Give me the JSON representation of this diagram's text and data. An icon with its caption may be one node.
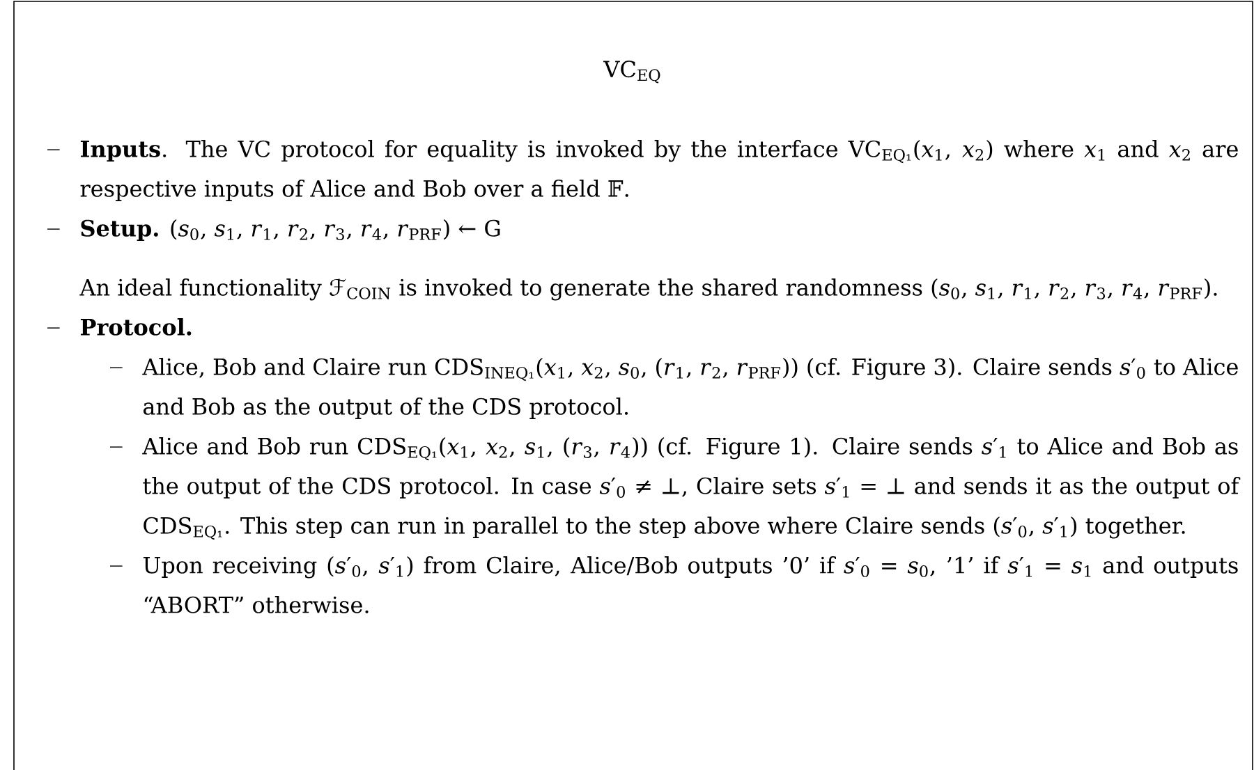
{
  "diagram": {
    "nodes": [
      {
        "text": [
          "VC$_{EQ}$",
          "**Inputs**. The VC protocol for equality is invoked by the interface VC$_{EQ₁}$(*x*$_{1}$, *x*$_{2}$) where *x*$_{1}$ and *x*$_{2}$ are respective inputs of Alice and Bob over a field 𝔽.",
          "**Setup.** (*s*$_{0}$, *s*$_{1}$, *r*$_{1}$, *r*$_{2}$, *r*$_{3}$, *r*$_{4}$, *r*$_{PRF}$) ← G",
          "An ideal functionality ℱ$_{COIN}$ is invoked to generate the shared randomness (*s*$_{0}$, *s*$_{1}$, *r*$_{1}$, *r*$_{2}$, *r*$_{3}$, *r*$_{4}$, *r*$_{PRF}$).",
          "**Protocol.**",
          "Alice, Bob and Claire run CDS$_{INEQ₁}$(*x*$_{1}$, *x*$_{2}$, *s*$_{0}$, (*r*$_{1}$, *r*$_{2}$, *r*$_{PRF}$)) (cf. Figure 3). Claire sends *s*′$_{0}$ to Alice and Bob as the output of the CDS protocol.",
          "Alice and Bob run CDS$_{EQ₁}$(*x*$_{1}$, *x*$_{2}$, *s*$_{1}$, (*r*$_{3}$, *r*$_{4}$)) (cf. Figure 1). Claire sends *s*′$_{1}$ to Alice and Bob as the output of the CDS protocol. In case *s*′$_{0}$ ≠ ⊥, Claire sets *s*′$_{1}$ = ⊥ and sends it as the output of CDS$_{EQ₁}$. This step can run in parallel to the step above where Claire sends (*s*′$_{0}$, *s*′$_{1}$) together.",
          "Upon receiving (*s*′$_{0}$, *s*′$_{1}$) from Claire, Alice/Bob outputs ’0’ if *s*′$_{0}$ = *s*$_{0}$, ’1’ if *s*′$_{1}$ = *s*$_{1}$ and outputs “ABORT” otherwise."
        ]
      }
    ]
  }
}
